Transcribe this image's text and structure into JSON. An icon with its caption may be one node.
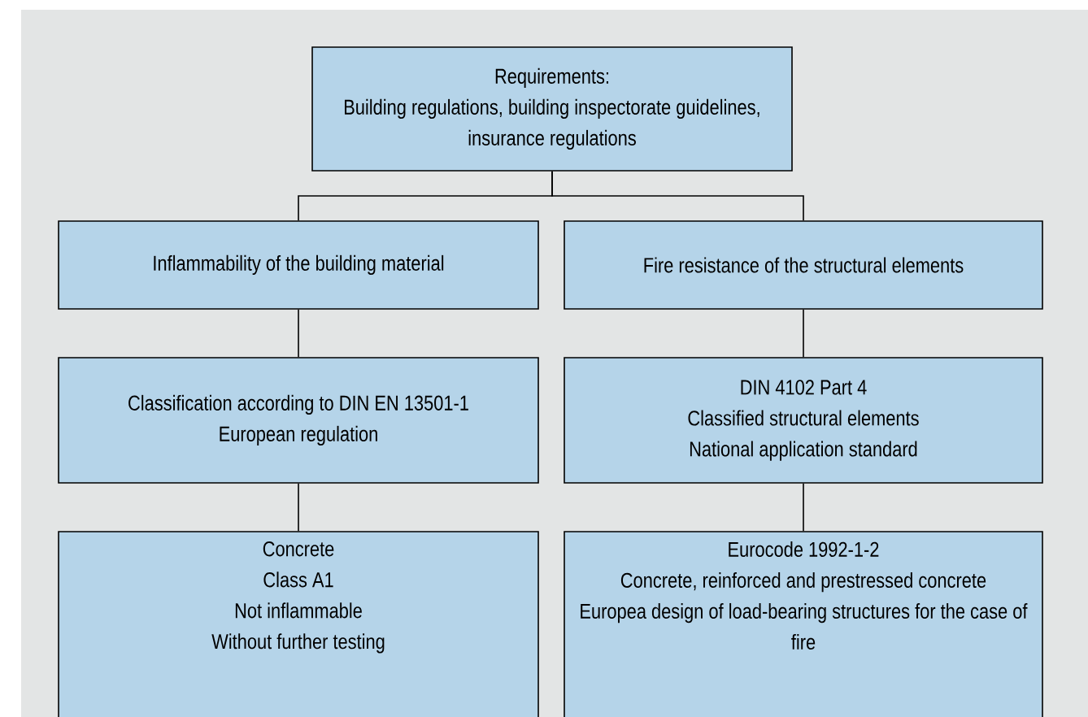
{
  "diagram": {
    "nodes": [
      {
        "text": [
          "Requirements:",
          "Building regulations, building inspectorate guidelines, insurance regulations"
        ]
      },
      {
        "text": [
          "Inflammability of the building material"
        ]
      },
      {
        "text": [
          "Fire resistance of the structural elements"
        ]
      },
      {
        "text": [
          "Classification according to DIN EN 13501-1",
          "European regulation"
        ]
      },
      {
        "text": [
          "DIN 4102 Part 4",
          "Classified structural elements",
          "National application standard"
        ]
      },
      {
        "text": [
          "Concrete",
          "Class A1",
          "Not inflammable",
          "Without further testing"
        ]
      },
      {
        "text": [
          "Eurocode 1992-1-2",
          "Concrete, reinforced and prestressed concrete",
          "Europea design of load-bearing structures for the case of fire"
        ]
      }
    ],
    "edges": [
      {
        "from": 0,
        "to": 1,
        "arrow": "none"
      },
      {
        "from": 0,
        "to": 2,
        "arrow": "none"
      },
      {
        "from": 1,
        "to": 3,
        "arrow": "none"
      },
      {
        "from": 2,
        "to": 4,
        "arrow": "none"
      },
      {
        "from": 3,
        "to": 5,
        "arrow": "none"
      },
      {
        "from": 4,
        "to": 6,
        "arrow": "none"
      }
    ]
  }
}
